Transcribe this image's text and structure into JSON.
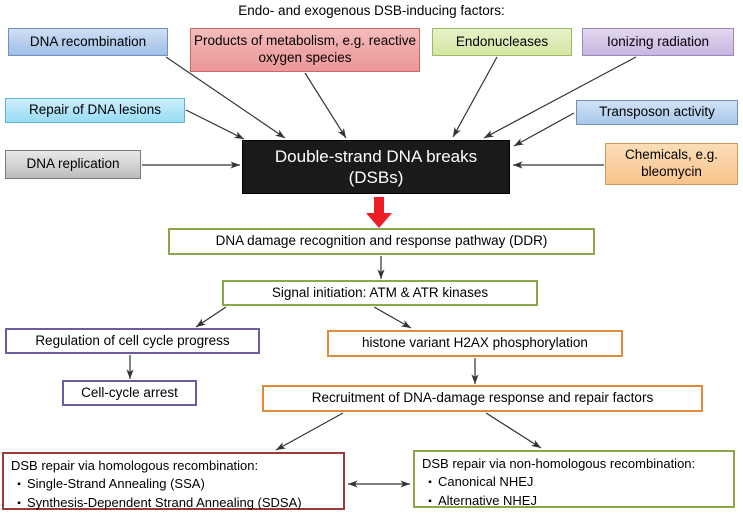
{
  "diagram": {
    "title": "Endo- and exogenous DSB-inducing factors:",
    "colors": {
      "dna_recombination": "#b4cdec",
      "metabolism": "#f0a7a7",
      "endonucleases": "#dcebb4",
      "ionizing_radiation": "#d3c4e6",
      "repair_of_lesions": "#aee4f8",
      "dna_replication": "#d2d2d2",
      "transposon": "#bad3ef",
      "chemicals": "#f9cfa0",
      "dsb_box": "#1a1a1a",
      "green_border": "#8aa84b",
      "purple_border": "#6f5ba0",
      "orange_border": "#e08b3c",
      "red_border": "#9c3b3b",
      "red_arrow": "#ee1c25"
    },
    "factors": {
      "dna_recombination": "DNA recombination",
      "metabolism": "Products of metabolism, e.g. reactive oxygen species",
      "endonucleases": "Endonucleases",
      "ionizing_radiation": "Ionizing radiation",
      "repair_of_lesions": "Repair of DNA lesions",
      "dna_replication": "DNA replication",
      "transposon": "Transposon activity",
      "chemicals": "Chemicals, e.g. bleomycin"
    },
    "central": {
      "line1": "Double-strand DNA breaks",
      "line2": "(DSBs)"
    },
    "pathway": {
      "ddr": "DNA damage recognition and response pathway (DDR)",
      "signal_initiation": "Signal initiation: ATM & ATR kinases",
      "regulation": "Regulation of cell cycle progress",
      "cell_cycle_arrest": "Cell-cycle arrest",
      "h2ax": "histone variant H2AX phosphorylation",
      "recruitment": "Recruitment of DNA-damage response and repair factors"
    },
    "repair_hr": {
      "heading": "DSB repair via homologous recombination:",
      "items": [
        "Single-Strand Annealing (SSA)",
        "Synthesis-Dependent Strand Annealing (SDSA)"
      ],
      "bullet": "▪"
    },
    "repair_nhej": {
      "heading": "DSB repair via non-homologous recombination:",
      "items": [
        "Canonical NHEJ",
        "Alternative NHEJ"
      ],
      "bullet": "▪"
    }
  }
}
